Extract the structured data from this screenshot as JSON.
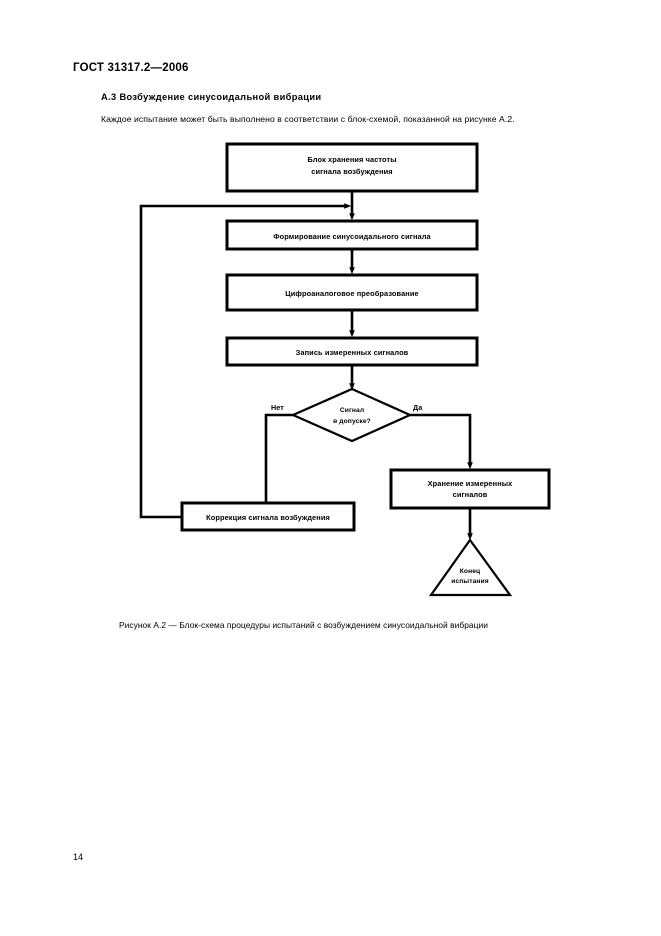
{
  "document": {
    "standard_header": "ГОСТ 31317.2—2006",
    "section_heading": "А.3  Возбуждение синусоидальной вибрации",
    "paragraph": "Каждое испытание может быть выполнено в соответствии с блок-схемой, показанной на рисунке А.2.",
    "figure_caption": "Рисунок А.2 —   Блок-схема процедуры испытаний с возбуждением синусоидальной вибрации",
    "page_number": "14"
  },
  "flowchart": {
    "nodes": {
      "storage_block": {
        "line1": "Блок хранения частоты",
        "line2": "сигнала возбуждения"
      },
      "generate_signal": {
        "line1": "Формирование синусоидального сигнала"
      },
      "dac": {
        "line1": "Цифроаналоговое преобразование"
      },
      "record_signals": {
        "line1": "Запись измеренных сигналов"
      },
      "decision": {
        "line1": "Сигнал",
        "line2": "в допуске?"
      },
      "store_measured": {
        "line1": "Хранение измеренных",
        "line2": "сигналов"
      },
      "correction": {
        "line1": "Коррекция сигнала возбуждения"
      },
      "end": {
        "line1": "Конец",
        "line2": "испытания"
      }
    },
    "branch_labels": {
      "no": "Нет",
      "yes": "Да"
    },
    "colors": {
      "stroke": "#000000",
      "fill": "#ffffff"
    }
  }
}
